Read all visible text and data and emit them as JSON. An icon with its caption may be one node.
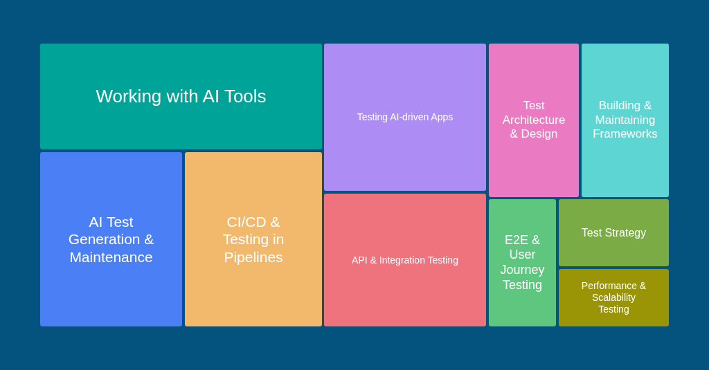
{
  "diagram": {
    "nodes": [
      {
        "text": [
          "Working with AI Tools"
        ]
      },
      {
        "text": [
          "Testing AI-driven Apps"
        ]
      },
      {
        "text": [
          "Test Architecture & Design"
        ]
      },
      {
        "text": [
          "Building & Maintaining Frameworks"
        ]
      },
      {
        "text": [
          "AI Test Generation & Maintenance"
        ]
      },
      {
        "text": [
          "CI/CD & Testing in Pipelines"
        ]
      },
      {
        "text": [
          "API & Integration Testing"
        ]
      },
      {
        "text": [
          "E2E & User Journey Testing"
        ]
      },
      {
        "text": [
          "Test Strategy"
        ]
      },
      {
        "text": [
          "Performance & Scalability Testing"
        ]
      }
    ],
    "edges": []
  }
}
